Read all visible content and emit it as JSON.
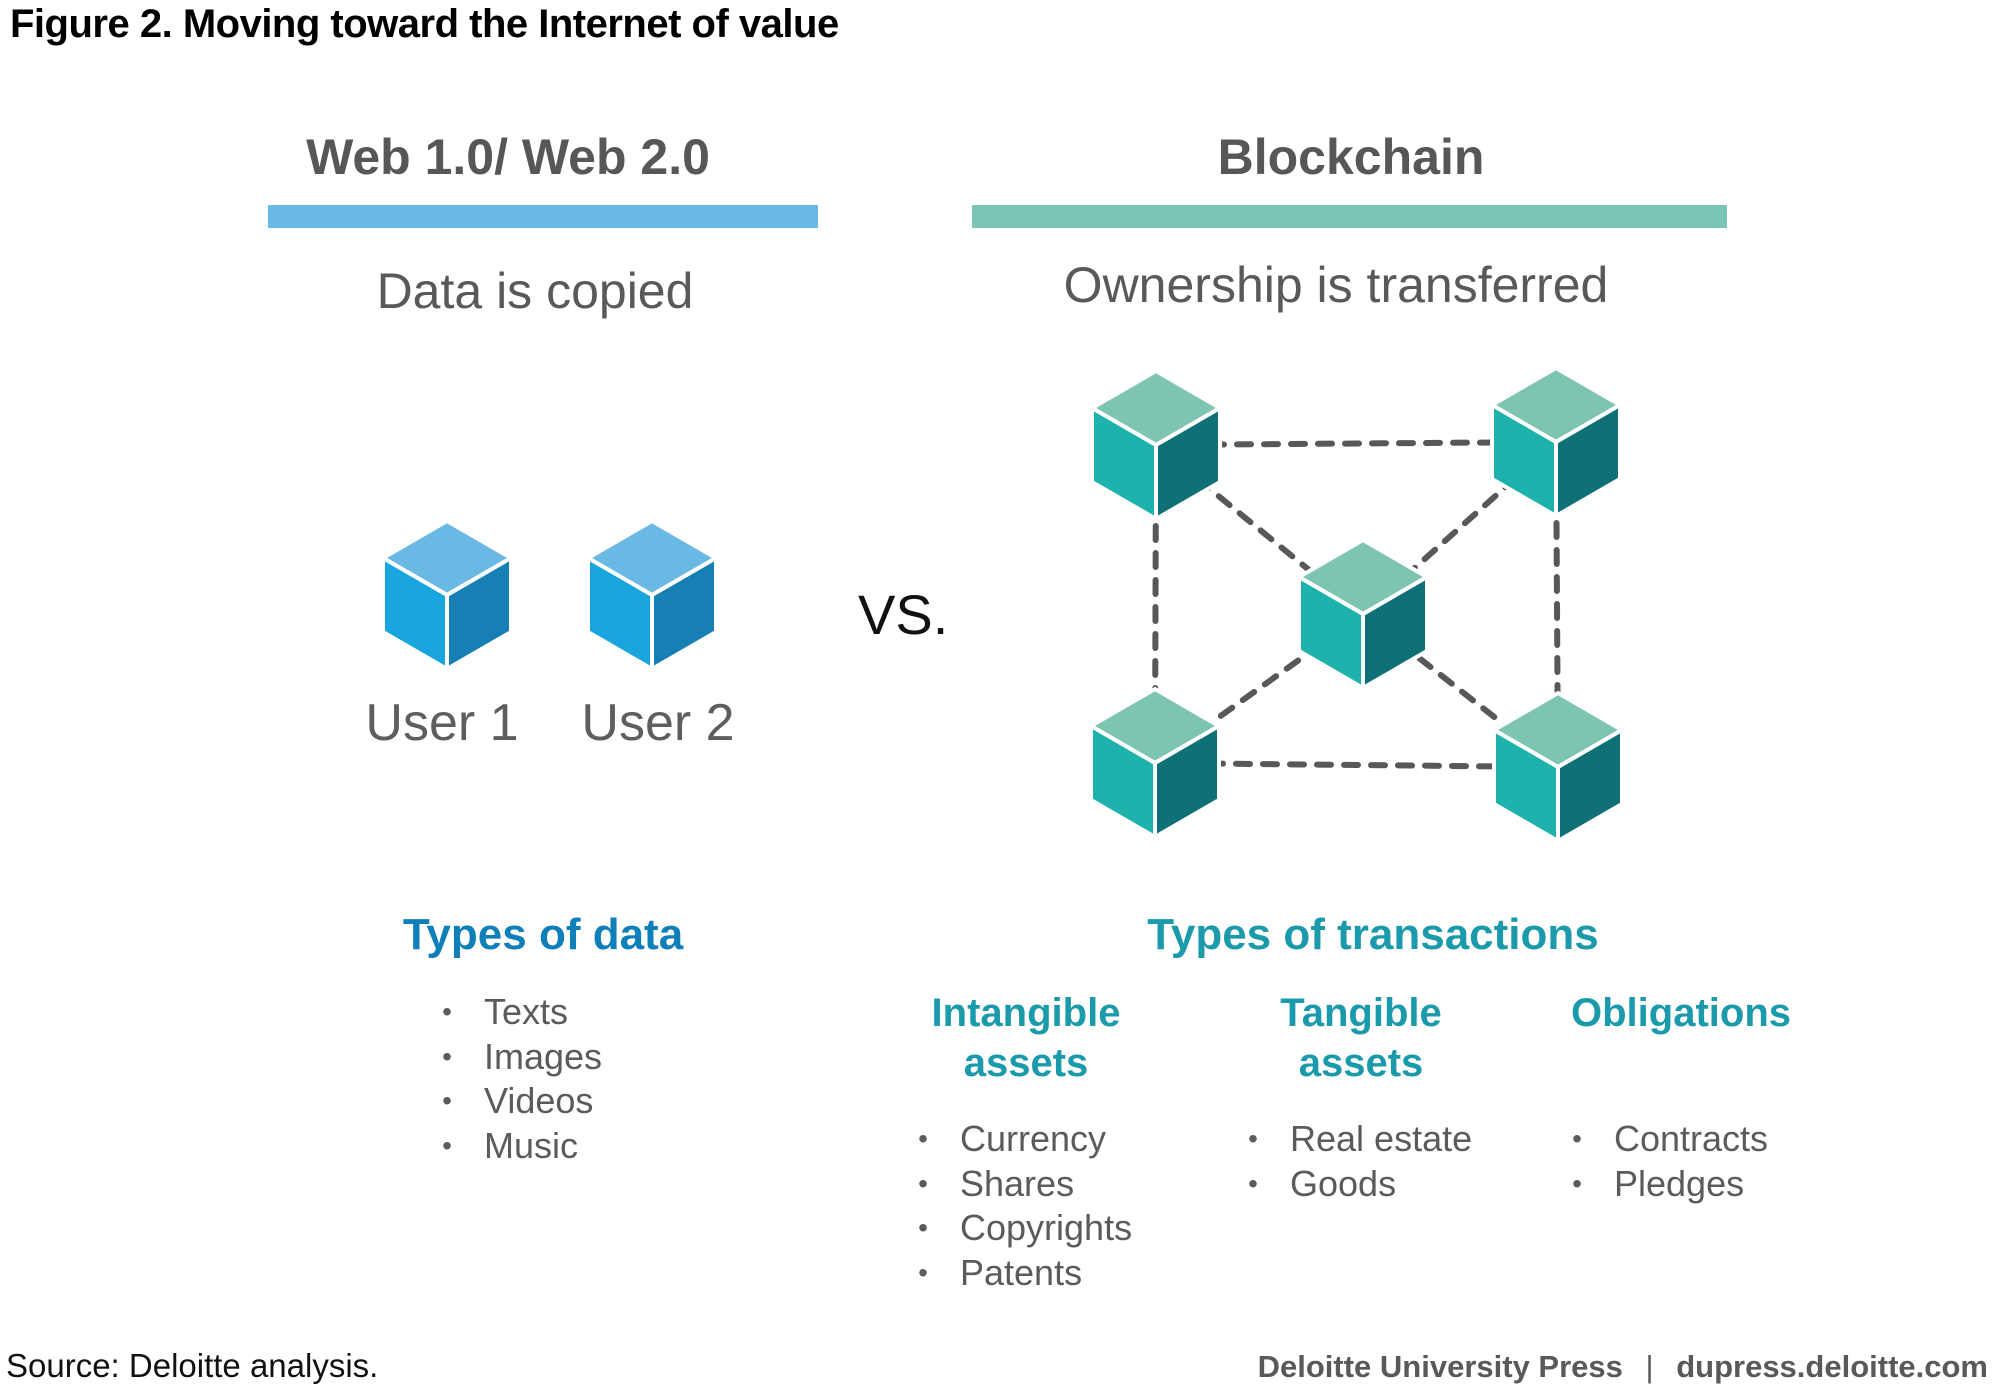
{
  "figure": {
    "title": "Figure 2. Moving toward the Internet of value"
  },
  "colors": {
    "web_bar": "#69b8e5",
    "blockchain_bar": "#7cc4b4",
    "types_of_data_heading": "#0f7fba",
    "transactions_heading": "#1b9aac",
    "blue_cube_top": "#6ab8e4",
    "blue_cube_left": "#19a6de",
    "blue_cube_right": "#167fb4",
    "teal_cube_top": "#7dc4b3",
    "teal_cube_left": "#1db2ab",
    "teal_cube_right": "#0f7077",
    "connector": "#58585b"
  },
  "left_column": {
    "heading": "Web 1.0/ Web 2.0",
    "subtitle": "Data is copied",
    "users": [
      {
        "label": "User 1",
        "icon": "cube-icon"
      },
      {
        "label": "User 2",
        "icon": "cube-icon"
      }
    ],
    "section_heading": "Types of data",
    "items": [
      "Texts",
      "Images",
      "Videos",
      "Music"
    ]
  },
  "versus_label": "VS.",
  "right_column": {
    "heading": "Blockchain",
    "subtitle": "Ownership is transferred",
    "network": {
      "nodes": [
        "top-left",
        "top-right",
        "center",
        "bottom-left",
        "bottom-right"
      ],
      "edges": [
        [
          "top-left",
          "top-right"
        ],
        [
          "top-left",
          "bottom-left"
        ],
        [
          "top-right",
          "bottom-right"
        ],
        [
          "bottom-left",
          "bottom-right"
        ],
        [
          "top-left",
          "center"
        ],
        [
          "top-right",
          "center"
        ],
        [
          "bottom-left",
          "center"
        ],
        [
          "bottom-right",
          "center"
        ]
      ]
    },
    "section_heading": "Types of transactions",
    "categories": [
      {
        "heading_line1": "Intangible",
        "heading_line2": "assets",
        "items": [
          "Currency",
          "Shares",
          "Copyrights",
          "Patents"
        ]
      },
      {
        "heading_line1": "Tangible",
        "heading_line2": "assets",
        "items": [
          "Real estate",
          "Goods"
        ]
      },
      {
        "heading_line1": "Obligations",
        "heading_line2": "",
        "items": [
          "Contracts",
          "Pledges"
        ]
      }
    ]
  },
  "footer": {
    "source": "Source: Deloitte analysis.",
    "publisher": "Deloitte University Press",
    "separator": "|",
    "url": "dupress.deloitte.com"
  }
}
